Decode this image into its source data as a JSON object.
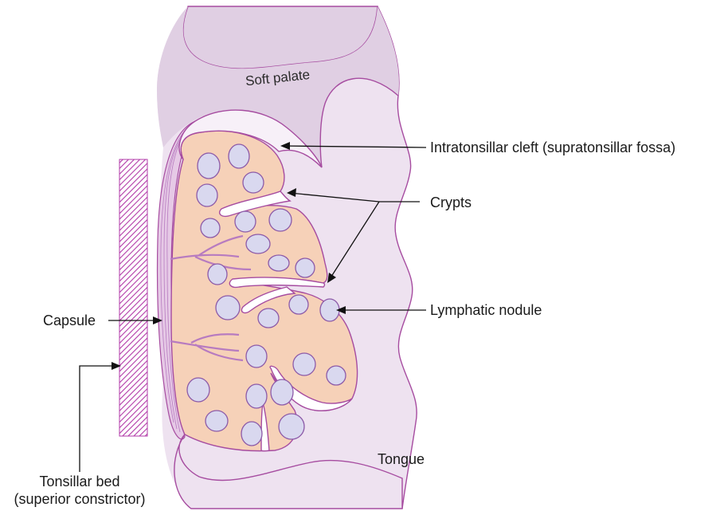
{
  "labels": {
    "soft_palate": "Soft palate",
    "intratonsillar_cleft": "Intratonsillar cleft (supratonsillar fossa)",
    "crypts": "Crypts",
    "lymphatic_nodule": "Lymphatic nodule",
    "capsule": "Capsule",
    "tongue": "Tongue",
    "tonsillar_bed_line1": "Tonsillar bed",
    "tonsillar_bed_line2": "(superior constrictor)"
  },
  "colors": {
    "mucosa": "#eee2f0",
    "soft_palate": "#e0cfe3",
    "tonsil_tissue": "#f6d1b8",
    "nodule": "#d9d8ef",
    "outline": "#a64ca0",
    "muscle_hatch": "#b23aa8",
    "arrow": "#111111"
  }
}
